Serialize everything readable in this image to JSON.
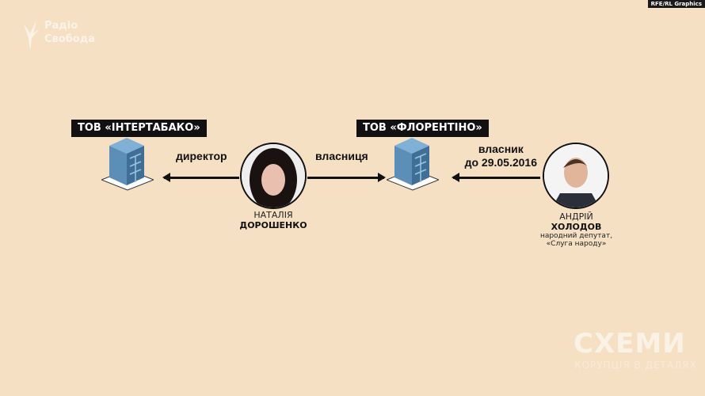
{
  "credit": "RFE/RL Graphics",
  "logo": {
    "line1": "Радіо",
    "line2": "Свобода"
  },
  "companies": [
    {
      "label": "ТОВ «ІНТЕРТАБАКО»"
    },
    {
      "label": "ТОВ «ФЛОРЕНТІНО»"
    }
  ],
  "relations": {
    "director": "директор",
    "owner_f": "власниця",
    "owner_m_line1": "власник",
    "owner_m_line2": "до 29.05.2016"
  },
  "people": [
    {
      "first": "НАТАЛІЯ",
      "last": "ДОРОШЕНКО"
    },
    {
      "first": "АНДРІЙ",
      "last": "ХОЛОДОВ",
      "role1": "народний депутат,",
      "role2": "«Слуга народу»"
    }
  ],
  "brand": {
    "title": "СХЕМИ",
    "tagline": "КОРУПЦІЯ В ДЕТАЛЯХ"
  },
  "colors": {
    "background": "#f5e0c4",
    "building": "#5b8fb8"
  }
}
